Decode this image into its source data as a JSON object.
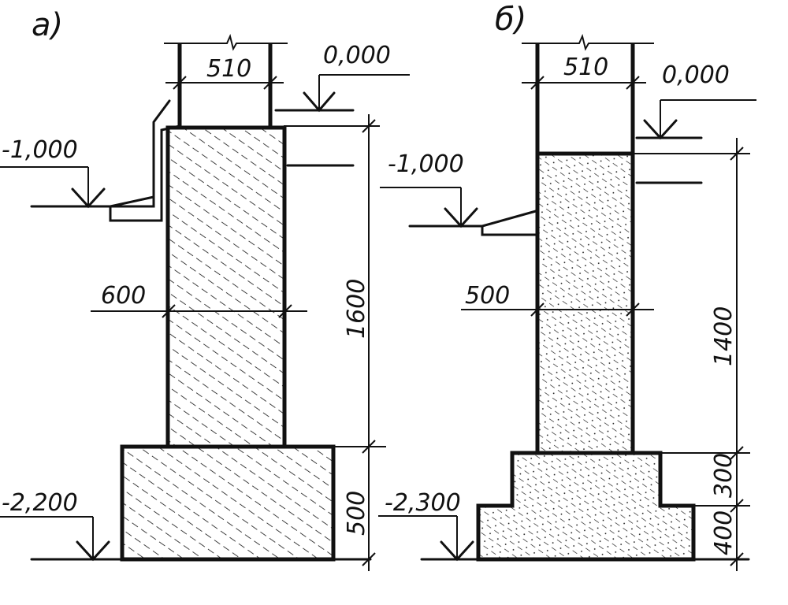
{
  "colors": {
    "ink": "#111111",
    "paper": "#ffffff"
  },
  "panels": [
    {
      "letter": "а)",
      "wall_width": "510",
      "level_ground_top": "0,000",
      "level_ground_outside": "-1,000",
      "wall_thickness": "600",
      "wall_height": "1600",
      "footing_height": "500",
      "level_bottom": "-2,200"
    },
    {
      "letter": "б)",
      "wall_width": "510",
      "level_ground_top": "0,000",
      "level_ground_outside": "-1,000",
      "wall_thickness": "500",
      "wall_height": "1400",
      "footing_upper_height": "300",
      "footing_lower_height": "400",
      "level_bottom": "-2,300"
    }
  ]
}
